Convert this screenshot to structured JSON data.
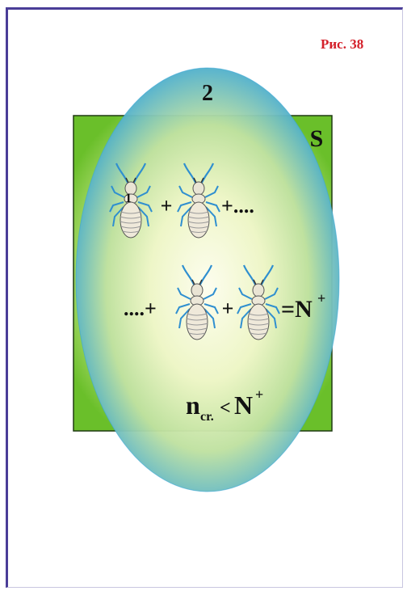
{
  "figure_label": "Рис. 38",
  "ellipse_label": "2",
  "square_label": "S",
  "row1": {
    "insect_number": "1",
    "plus": "+",
    "trail": "+...."
  },
  "row2": {
    "lead": "....+",
    "plus": "+",
    "equals": "=N",
    "sup": "+"
  },
  "condition": {
    "n": "n",
    "sub": "cr.",
    "less": "<",
    "N": "N",
    "sup": "+"
  },
  "colors": {
    "square_green": "#6abf2a",
    "square_light": "#f3fbc8",
    "ellipse_blue": "#3aa6d6",
    "ellipse_center": "#fbfbe6",
    "frame": "#4a3d98",
    "figure_label": "#d4202a"
  }
}
